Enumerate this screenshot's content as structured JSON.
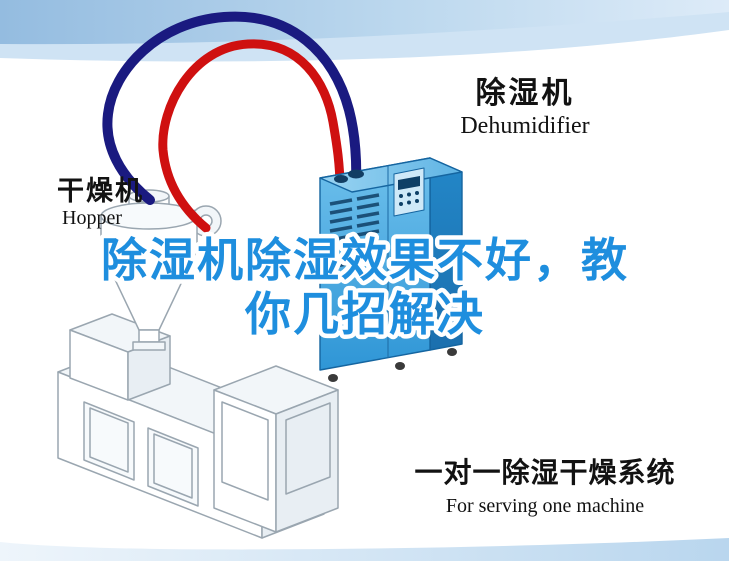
{
  "title": {
    "line1": "除湿机除湿效果不好，教",
    "line2": "你几招解决",
    "color": "#1e8ede"
  },
  "machine_labels": {
    "dehumidifier": {
      "zh": "除湿机",
      "en": "Dehumidifier"
    },
    "hopper": {
      "zh": "干燥机",
      "en": "Hopper"
    }
  },
  "caption": {
    "zh": "一对一除湿干燥系统",
    "en": "For serving one machine"
  },
  "colors": {
    "hose_red": "#cf1010",
    "hose_navy": "#1a1a80",
    "machine_blue": "#3fa0dc",
    "band_blue": "#9cc2e2"
  }
}
